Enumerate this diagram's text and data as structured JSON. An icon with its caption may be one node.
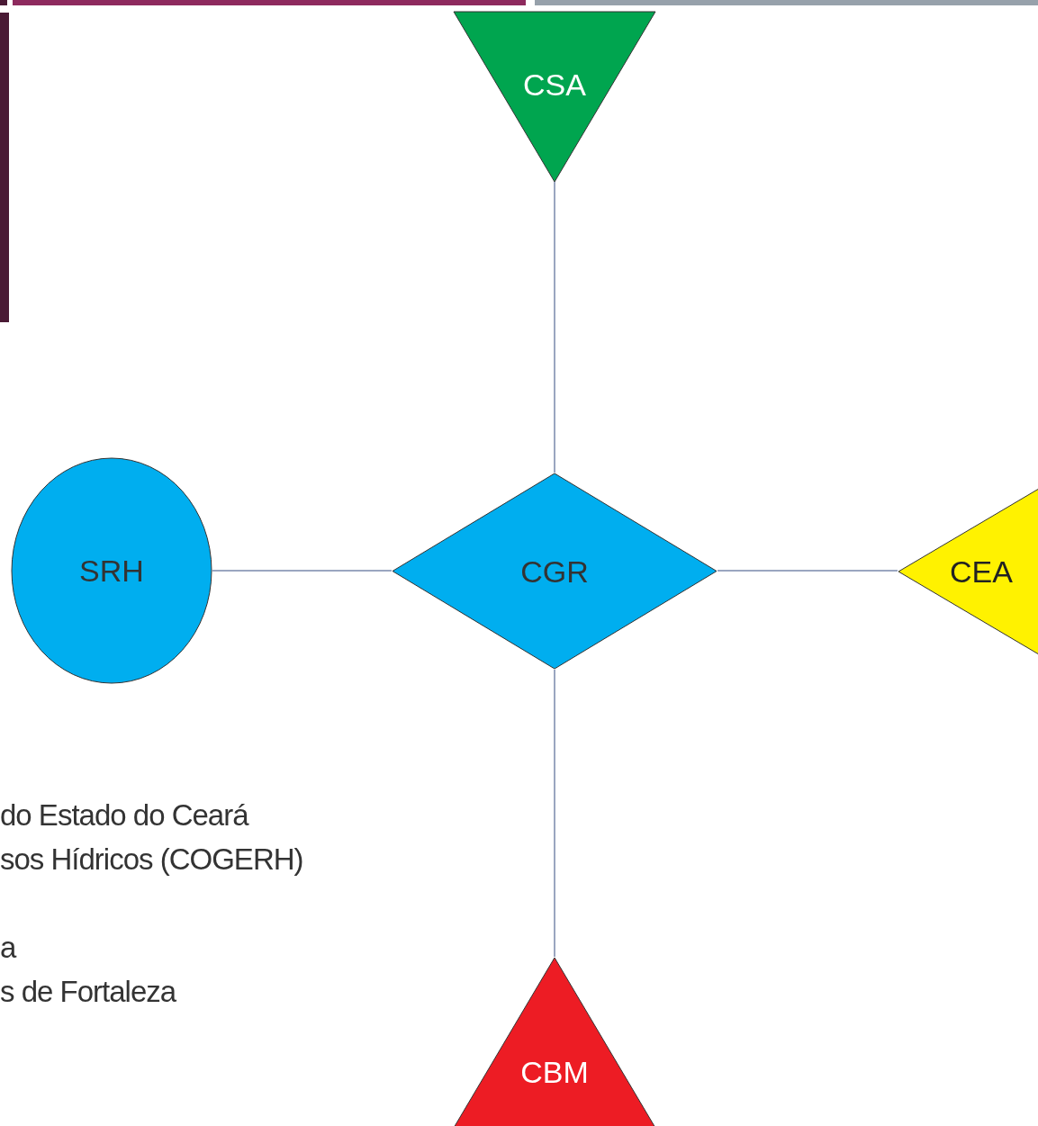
{
  "diagram": {
    "nodes": [
      {
        "text": [
          "CSA"
        ]
      },
      {
        "text": [
          "SRH"
        ]
      },
      {
        "text": [
          "CGR"
        ]
      },
      {
        "text": [
          "CEA"
        ]
      },
      {
        "text": [
          "CBM"
        ]
      }
    ],
    "edges": [
      {
        "from": 2,
        "to": 0,
        "arrow": "none"
      },
      {
        "from": 1,
        "to": 2,
        "arrow": "none"
      },
      {
        "from": 2,
        "to": 3,
        "arrow": "none"
      },
      {
        "from": 2,
        "to": 4,
        "arrow": "none"
      }
    ],
    "labels": [
      "do Estado do Ceará",
      "sos Hídricos (COGERH)",
      "a",
      "s de Fortaleza"
    ]
  }
}
